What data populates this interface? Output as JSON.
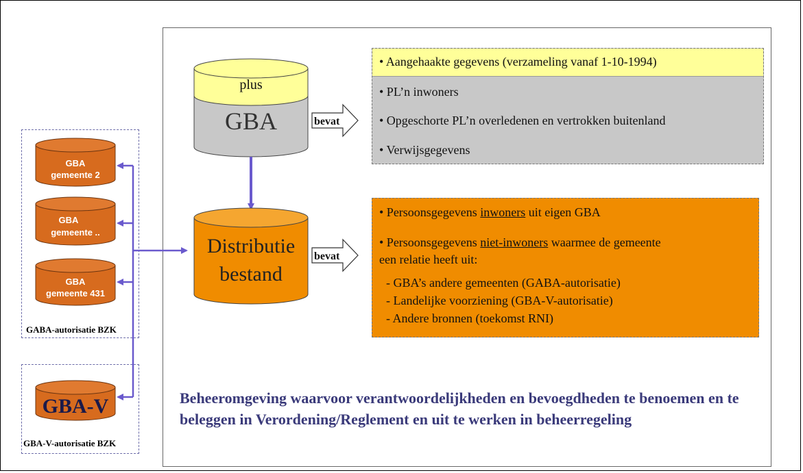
{
  "gba_db": {
    "top_label": "plus",
    "main_label": "GBA"
  },
  "distributie_db": {
    "line1": "Distributie",
    "line2": "bestand"
  },
  "bevat_label": "bevat",
  "gray_panel": {
    "highlight": "• Aangehaakte gegevens (verzameling vanaf 1-10-1994)",
    "items": [
      "• PL’n inwoners",
      "• Opgeschorte PL’n overledenen en vertrokken buitenland",
      "• Verwijsgegevens"
    ]
  },
  "orange_panel": {
    "item1_pre": "• Persoonsgegevens ",
    "item1_u": "inwoners",
    "item1_post": " uit eigen GBA",
    "item2_pre": "• Persoonsgegevens ",
    "item2_u": "niet-inwoners",
    "item2_post": " waarmee de gemeente",
    "item2_cont": "een relatie heeft uit:",
    "sub1": "- GBA’s andere gemeenten (GABA-autorisatie)",
    "sub2": "- Landelijke voorziening (GBA-V-autorisatie)",
    "sub3": "- Andere bronnen (toekomst RNI)"
  },
  "left_dbs": [
    {
      "line1": "GBA",
      "line2": "gemeente 2"
    },
    {
      "line1": "GBA",
      "line2": "gemeente .."
    },
    {
      "line1": "GBA",
      "line2": "gemeente 431"
    }
  ],
  "gaba_label": "GABA-autorisatie BZK",
  "gbav_db_label": "GBA-V",
  "gbav_label": "GBA-V-autorisatie BZK",
  "bottom_text": "Beheeromgeving waarvoor verantwoordelijkheden en bevoegdheden te benoemen en te beleggen in Verordening/Reglement en uit te werken in beheerregeling",
  "colors": {
    "orange": "#f08c00",
    "dark_orange": "#d76b1e",
    "gray": "#c8c8c8",
    "yellow": "#ffff99",
    "arrow_purple": "#7a6acc",
    "text_blue": "#3a3a7a"
  }
}
